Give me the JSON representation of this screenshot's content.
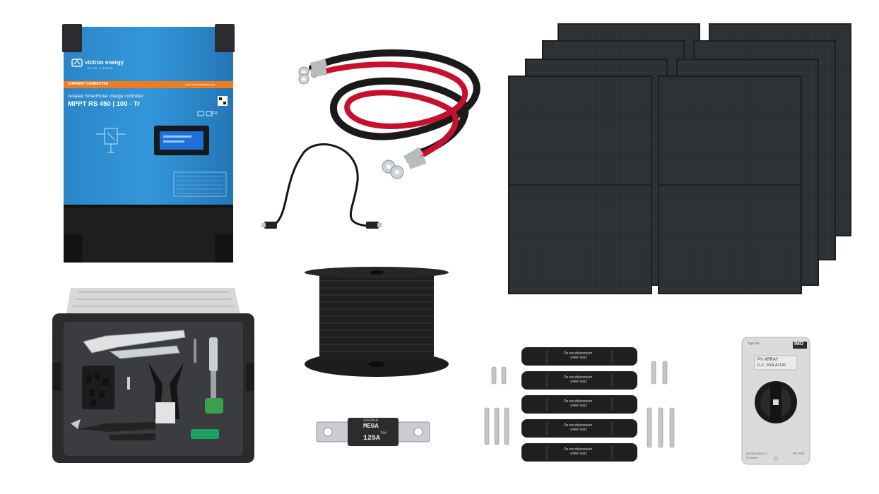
{
  "controller": {
    "brand": "victron energy",
    "brand_tagline": "BLUE POWER",
    "band_label": "CURRENT CONNECTED",
    "band_url": "www.victronenergy.com",
    "description": "isolated SmartSolar charge controller",
    "model": "MPPT RS 450 | 100 - Tr",
    "rating": "IP21"
  },
  "fuse": {
    "code": "3282010",
    "line1": "MEGA",
    "voltage": "70V",
    "amps": "125A"
  },
  "connectors": {
    "warning_line1": "Do not disconnect",
    "warning_line2": "under load",
    "count": 5
  },
  "isolator": {
    "type": "Type 4X",
    "brand": "IMO",
    "label_line1": "PV ARRAY",
    "label_line2": "D.C. ISOLATOR",
    "standard": "IEC/EN 60947-3",
    "series": "SI Series",
    "model": "DC-PV2"
  },
  "colors": {
    "victron_blue": "#2a8fd3",
    "band_orange": "#f07c21",
    "panel_dark": "#2b2e31",
    "cable_red": "#c8102e"
  }
}
